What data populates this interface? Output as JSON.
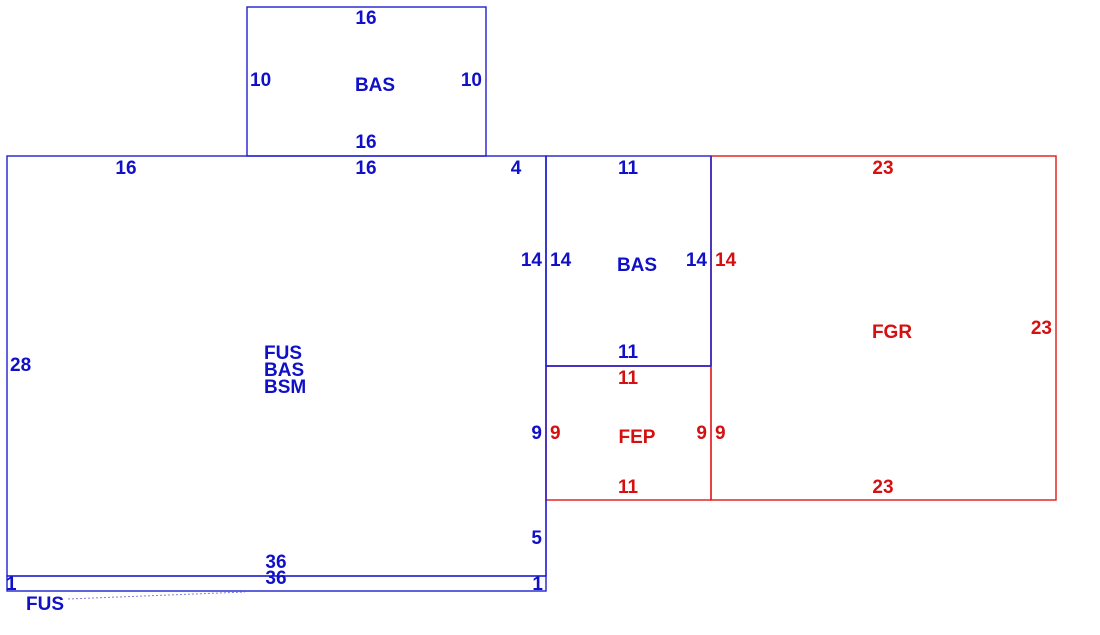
{
  "colors": {
    "living": "#1010c8",
    "garage_porch": "#d41010"
  },
  "areas": {
    "top_bas": {
      "label": "BAS",
      "dims": {
        "top": "16",
        "bottom": "16",
        "left": "10",
        "right": "10"
      }
    },
    "main": {
      "labels": [
        "FUS",
        "BAS",
        "BSM"
      ],
      "dims": {
        "top_left": "16",
        "top_mid": "16",
        "top_right": "4",
        "left": "28",
        "right_upper": "14",
        "right_lower": "9",
        "right_bottom": "5",
        "bottom": "36"
      }
    },
    "strip": {
      "label": "FUS",
      "dims": {
        "top": "36",
        "left": "1",
        "right": "1"
      }
    },
    "side_bas": {
      "label": "BAS",
      "dims": {
        "top": "11",
        "bottom": "11",
        "left": "14",
        "right": "14"
      }
    },
    "fep": {
      "label": "FEP",
      "dims": {
        "top": "11",
        "bottom": "11",
        "left": "9",
        "right": "9"
      }
    },
    "fgr": {
      "label": "FGR",
      "dims": {
        "top": "23",
        "bottom": "23",
        "left_upper": "14",
        "left_lower": "9",
        "right": "23"
      }
    }
  }
}
